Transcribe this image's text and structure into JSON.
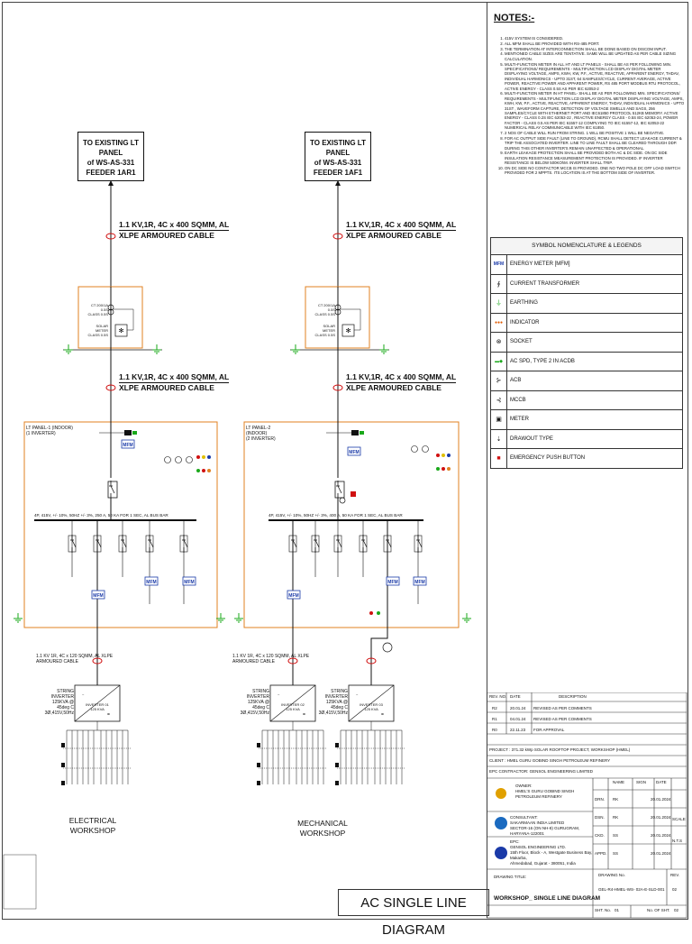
{
  "panels": {
    "left": {
      "existing_panel": [
        "TO EXISTING LT PANEL",
        "of WS-AS-331",
        "FEEDER 1AR1"
      ],
      "cable_top": [
        "1.1 KV,1R, 4C x 400 SQMM, AL",
        "XLPE ARMOURED CABLE"
      ],
      "cable_mid": [
        "1.1 KV,1R, 4C x 400 SQMM, AL",
        "XLPE ARMOURED CABLE"
      ],
      "meter_box": [
        "CT 200/1A",
        "0.5S",
        "CLASS 0.5S",
        "SOLAR METER",
        "CLASS 0.5S"
      ],
      "lt_panel": [
        "LT PANEL-1 (INDOOR)",
        "(1 INVERTER)"
      ],
      "busbar": "4P, 415V, +/- 10%, 50HZ +/- 3%, 250 A, 50 KA FOR 1 SEC, AL BUS BAR",
      "feeder_cable": [
        "1.1 KV 1R, 4C x 120 SQMM, AL XLPE",
        "ARMOURED CABLE"
      ],
      "inverter": [
        "STRING INVERTER",
        "125KVA @",
        "45deg C",
        "3Ø,415V,50Hz"
      ],
      "inverter_tag": [
        "INVERTER 01",
        "125 KVA"
      ],
      "workshop": [
        "ELECTRICAL",
        "WORKSHOP"
      ]
    },
    "right": {
      "existing_panel": [
        "TO EXISTING LT PANEL",
        "of WS-AS-331",
        "FEEDER 1AF1"
      ],
      "cable_top": [
        "1.1 KV,1R, 4C x 400 SQMM, AL",
        "XLPE ARMOURED CABLE"
      ],
      "cable_mid": [
        "1.1 KV,1R, 4C x 400 SQMM, AL",
        "XLPE ARMOURED CABLE"
      ],
      "meter_box": [
        "CT 200/1A",
        "0.5S",
        "CLASS 0.5S",
        "SOLAR METER",
        "CLASS 0.5S"
      ],
      "lt_panel": [
        "LT PANEL-2",
        "(INDOOR)",
        "(2 INVERTER)"
      ],
      "busbar": "4P, 415V, +/- 10%, 50HZ +/- 3%, 400 A, 50 KA FOR 1 SEC, AL BUS BAR",
      "feeder_cable": [
        "1.1 KV 1R, 4C x 120 SQMM, AL XLPE",
        "ARMOURED CABLE"
      ],
      "inverters": [
        {
          "lines": [
            "STRING INVERTER",
            "125KVA @",
            "45deg C",
            "3Ø,415V,50Hz"
          ],
          "tag": [
            "INVERTER 02",
            "125 KVA"
          ]
        },
        {
          "lines": [
            "STRING INVERTER",
            "125KVA @",
            "45deg C",
            "3Ø,415V,50Hz"
          ],
          "tag": [
            "INVERTER 03",
            "125 KVA"
          ]
        }
      ],
      "workshop": [
        "MECHANICAL",
        "WORKSHOP"
      ]
    }
  },
  "notes": {
    "title": "NOTES:-",
    "items": [
      "415V SYSTEM IS CONSIDERED.",
      "ALL MFM SHALL BE PROVIDED WITH RS-485 PORT.",
      "THE TERMINATION AT INTERCONNECTION SHALL BE DONE BASED ON DISCOM INPUT.",
      "MENTIONED CABLE SIZES ARE TENTATIVE. SAME WILL BE UPDATED AS PER CABLE SIZING CALCULATION.",
      "MULTI-FUNCTION METER IN ALL HT AND LT PANELS - SHALL BE AS PER FOLLOWING MIN. SPECIFICATIONS/ REQUIREMENTS - MULTIFUNCTION LCD DISPLAY DIGITAL METER DISPLAYING VOLTAGE, AMPS, KWH, KW, P.F., ACTIVE, REACTIVE, APPARENT ENERGY, THDAV, INDIVIDUAL HARMONICS - UPTO 31ST, 64 SAMPLES/CYCLE, CURRENT AVERAGE, ACTIVE POWER, REACTIVE POWER AND APPARENT POWER, RS 485 PORT MODBUS RTU PROTOCOL, ACTIVE ENERGY - CLASS 0.5S AS PER IEC 62053-2",
      "MULTI-FUNCTION METER IN HT PANEL- SHALL BE AS PER FOLLOWING MIN. SPECIFICATIONS/ REQUIREMENTS - MULTIFUNCTION LCD DISPLAY DIGITAL METER DISPLAYING VOLTAGE, AMPS, KWH, KW, P.F., ACTIVE, REACTIVE, APPARENT ENERGY, THDAV, INDIVIDUAL HARMONICS - UPTO 31ST , WAVEFORM CAPTURE, DETECTION OF VOLTAGE SWELLS AND SAGS, 256 SAMPLES/CYCLE WITH ETHERNET PORT AND IEC61850 PROTOCOL 512KB MEMORY. ACTIVE ENERGY - CLASS 0.2S IEC 62053-22 , REACTIVE ENERGY CLASS - 0.5S IEC 62053-24, POWER FACTOR - CLASS 0.5 AS PER IEC 61557-12 COMPLYING TO IEC 61557-12, IEC 62053-22 NUMERICAL RELAY COMMUNICABLE WITH IEC 61850.",
      "2 NOS OF CABLE WILL RUN FROM STRING. 1 WILL BE POSITIVE 1 WILL BE NEGATIVE.",
      "FOR AC OUTPUT SIDE FAULT (LINE TO GROUND), RCMU SHALL DETECT LEAKAGE CURRENT & TRIP THE ASSOCIATED INVERTER. LINE TO LINE FAULT SHALL BE CLEARED THROUGH DDP. DURING THIS OTHER INVERTER'S REMAIN UNAFFECTED & OPERATIONAL.",
      "EARTH LEAKAGE PROTECTION SHALL BE PROVIDED BOTH AC & DC SIDE. ON DC SIDE INSULATION RESISTANCE MEASUREMENT PROTECTION IS PROVIDED. IF INVERTER RESISTANCE IS BELOW 500KOhM. INVERTER SHALL TRIP.",
      "ON DC SIDE NO CONTACTOR MCCB IS PROVIDED. ONE NO TWO POLE DC OFF LOAD SWITCH PROVIDED FOR 2 MPPTS. ITS LOCATION IS AT THE BOTTOM SIDE OF INVERTER."
    ]
  },
  "legend": {
    "title": "SYMBOL NOMENCLATURE & LEGENDS",
    "items": [
      {
        "sym": "MFM",
        "label": "ENERGY METER [MFM]",
        "color": "#1a3aa8"
      },
      {
        "sym": "∮",
        "label": "CURRENT TRANSFORMER",
        "color": "#111111"
      },
      {
        "sym": "⏚",
        "label": "EARTHING",
        "color": "#1aa81a"
      },
      {
        "sym": "●●●",
        "label": "INDICATOR",
        "color": "#e05a00"
      },
      {
        "sym": "⊗",
        "label": "SOCKET",
        "color": "#111111"
      },
      {
        "sym": "▬◆",
        "label": "AC SPD, TYPE 2 IN ACDB",
        "color": "#1aa81a"
      },
      {
        "sym": "⊱",
        "label": "ACB",
        "color": "#111111"
      },
      {
        "sym": "⊰",
        "label": "MCCB",
        "color": "#111111"
      },
      {
        "sym": "▣",
        "label": "METER",
        "color": "#111111"
      },
      {
        "sym": "⇣",
        "label": "DRAWOUT TYPE",
        "color": "#111111"
      },
      {
        "sym": "■",
        "label": "EMERGENCY PUSH BUTTON",
        "color": "#d01010"
      }
    ]
  },
  "revisions": {
    "headers": [
      "REV. NO.",
      "DATE",
      "DESCRIPTION"
    ],
    "rows": [
      [
        "R2",
        "20.01.24",
        "REVISED AS PER COMMENTS"
      ],
      [
        "R1",
        "04.01.24",
        "REVISED AS PER COMMENTS"
      ],
      [
        "R0",
        "22.11.23",
        "FOR APPROVAL"
      ]
    ]
  },
  "project": "PROJECT : 371.32 kWp SOLAR ROOFTOP PROJECT, WORKSHOP (HMEL)",
  "client": "CLIENT : HMEL GURU GOBIND SINGH PETROLEUM REFINERY",
  "epc": "EPC CONTRACTOR: GENSOL ENGINEERING LIMITED",
  "owner": [
    "OWNER:",
    "HMEL'S GURU GOBIND SINGH",
    "PETROLEUM REFINERY"
  ],
  "consultant": [
    "CONSULTANT:",
    "SAKARMAAN INDIA LIMITED",
    "SECTOR-16 (ON NH-8) GURUGRAM, HARYANA-122001"
  ],
  "epc_block": [
    "EPC:",
    "GENSOL ENGINEERING LTD.",
    "15th Floor, Block - A, Westgate Business Bay, Makarba,",
    "Ahmedabad, Gujarat - 380051, India"
  ],
  "approval": {
    "headers": [
      "",
      "NAME",
      "SIGN",
      "DATE"
    ],
    "rows": [
      [
        "DRN.",
        "RK",
        "",
        "20.01.2024"
      ],
      [
        "DSN.",
        "RK",
        "",
        "20.01.2024"
      ],
      [
        "CKD.",
        "SS",
        "",
        "20.01.2024"
      ],
      [
        "APPD.",
        "SS",
        "",
        "20.01.2024"
      ]
    ],
    "scale_label": "SCALE",
    "scale_value": "N.T.S"
  },
  "drawing": {
    "title_label": "DRAWING TITLE:",
    "title": "WORKSHOP_ SINGLE LINE DIAGRAM",
    "no_label": "DRAWING No.",
    "no": "GEL-R4-HMEL-WS- 02A-E-SLD-001",
    "rev_label": "REV.",
    "rev": "02",
    "sht_label": "SHT. No.",
    "sht": "01",
    "of_label": "No. OF SHT.",
    "of": "02"
  },
  "banner": "AC SINGLE LINE DIAGRAM"
}
